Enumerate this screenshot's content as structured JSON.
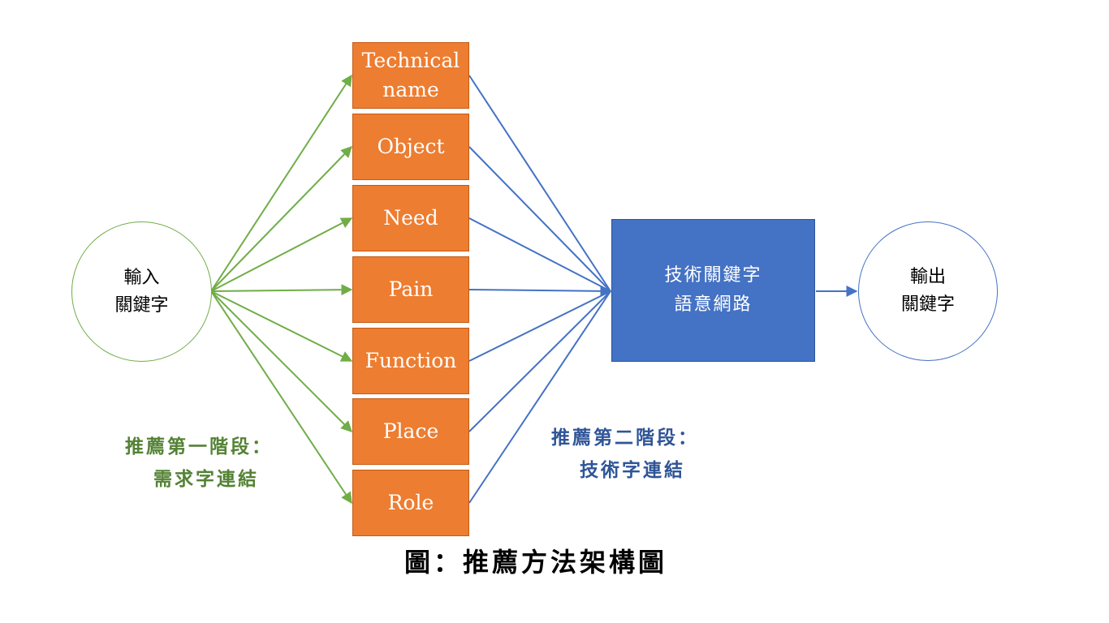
{
  "input_node": {
    "line1": "輸入",
    "line2": "關鍵字"
  },
  "categories": [
    "Technical name",
    "Object",
    "Need",
    "Pain",
    "Function",
    "Place",
    "Role"
  ],
  "network_node": {
    "line1": "技術關鍵字",
    "line2": "語意網路"
  },
  "output_node": {
    "line1": "輸出",
    "line2": "關鍵字"
  },
  "stage1": {
    "line1": "推薦第一階段：",
    "line2": "需求字連結"
  },
  "stage2": {
    "line1": "推薦第二階段：",
    "line2": "技術字連結"
  },
  "caption": "圖：推薦方法架構圖",
  "colors": {
    "stage1_edge": "#70ad47",
    "stage2_edge": "#4472c4",
    "category_fill": "#ed7d31",
    "network_fill": "#4472c4"
  }
}
